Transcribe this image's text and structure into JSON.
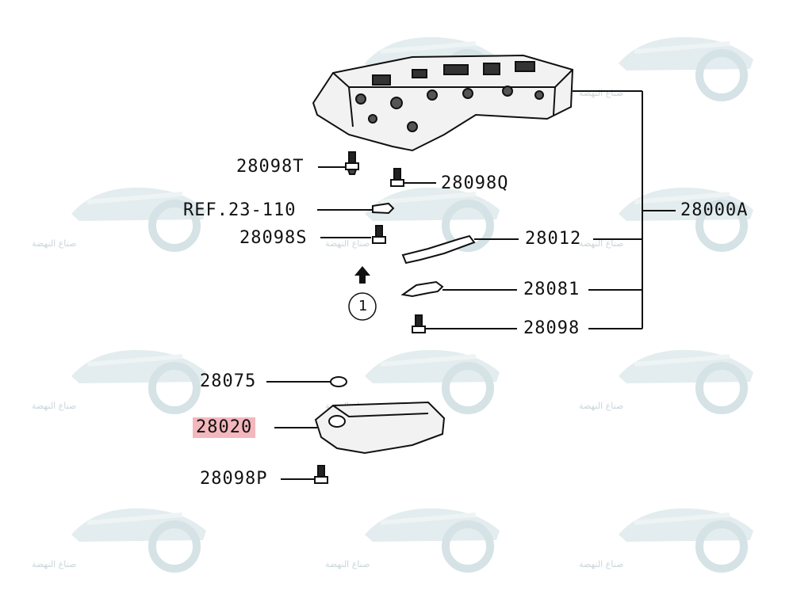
{
  "watermark": {
    "text": "صناع النهضة"
  },
  "callouts": {
    "bolt_t": "28098T",
    "bolt_q": "28098Q",
    "ref": "REF.23-110",
    "bolt_s": "28098S",
    "plate_28012": "28012",
    "plate_28081": "28081",
    "bolt_28098": "28098",
    "assembly": "28000A",
    "oring": "28075",
    "strainer": "28020",
    "bolt_p": "28098P"
  },
  "view_marker": "1",
  "highlight_color": "#f3b7bd"
}
